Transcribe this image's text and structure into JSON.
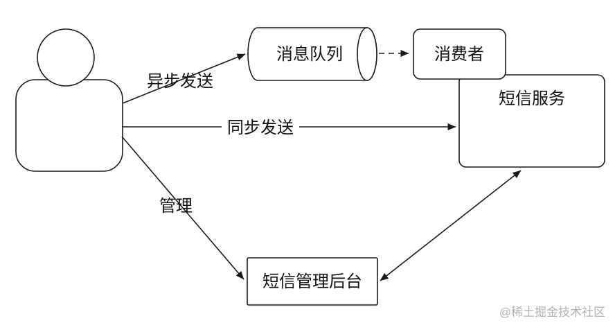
{
  "diagram": {
    "nodes": {
      "user": {
        "label": "",
        "shape": "actor"
      },
      "message_queue": {
        "label": "消息队列",
        "shape": "cylinder"
      },
      "consumer": {
        "label": "消费者",
        "shape": "rounded-rect"
      },
      "sms_service": {
        "label": "短信服务",
        "shape": "rounded-rect"
      },
      "sms_admin": {
        "label": "短信管理后台",
        "shape": "rect"
      }
    },
    "edges": [
      {
        "from": "user",
        "to": "message_queue",
        "label": "异步发送",
        "style": "solid-arrow"
      },
      {
        "from": "message_queue",
        "to": "consumer",
        "label": "",
        "style": "dashed-arrow"
      },
      {
        "from": "user",
        "to": "sms_service",
        "label": "同步发送",
        "style": "solid-arrow"
      },
      {
        "from": "user",
        "to": "sms_admin",
        "label": "管理",
        "style": "solid-arrow"
      },
      {
        "from": "sms_admin",
        "to": "sms_service",
        "label": "",
        "style": "double-arrow"
      }
    ],
    "colors": {
      "stroke": "#1a1a1a",
      "fill": "#ffffff",
      "watermark": "#b3b3b3"
    },
    "watermark": "@稀土掘金技术社区"
  }
}
